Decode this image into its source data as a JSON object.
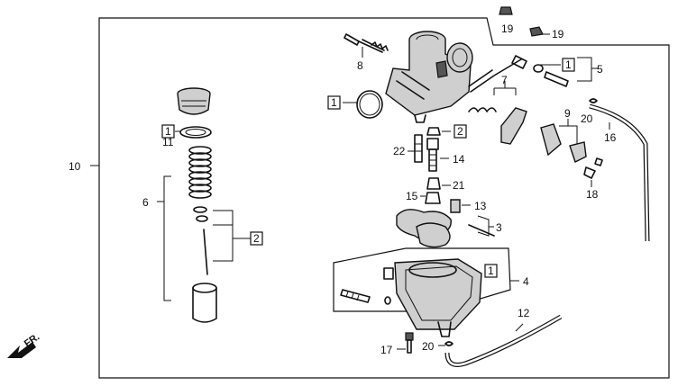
{
  "callouts": {
    "c1": "1",
    "c2": "2",
    "c3": "3",
    "c4": "4",
    "c5": "5",
    "c6": "6",
    "c7": "7",
    "c8": "8",
    "c9": "9",
    "c10": "10",
    "c11": "11",
    "c12": "12",
    "c13": "13",
    "c14": "14",
    "c15": "15",
    "c16": "16",
    "c17": "17",
    "c18": "18",
    "c19": "19",
    "c20": "20",
    "c21": "21",
    "c22": "22"
  },
  "boxed": {
    "b1": "1",
    "b2": "2"
  },
  "direction": {
    "fr": "FR."
  }
}
